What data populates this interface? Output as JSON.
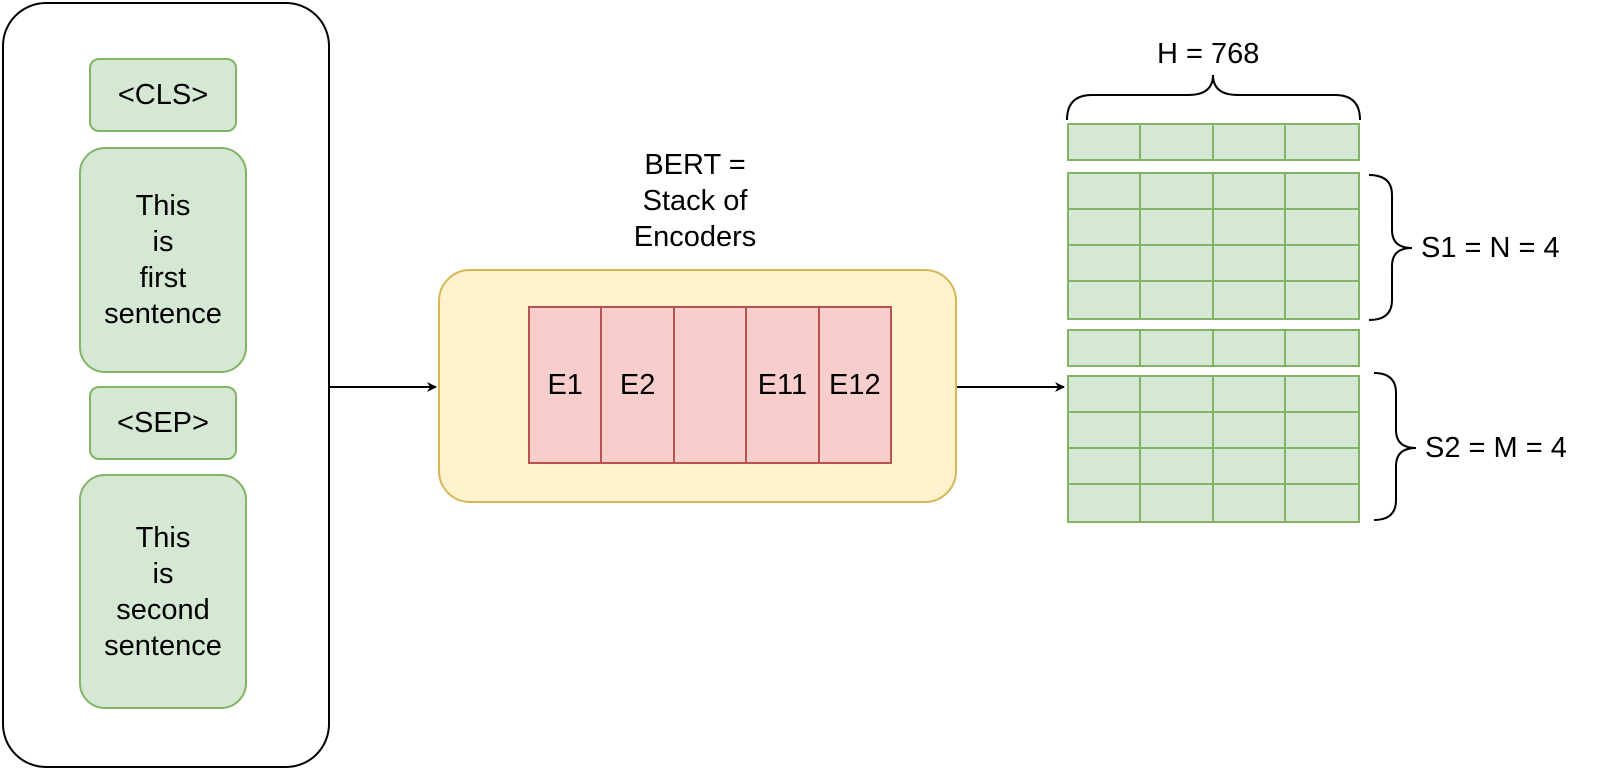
{
  "input": {
    "cls_token": "<CLS>",
    "sentence1": "This\nis\nfirst\nsentence",
    "sep_token": "<SEP>",
    "sentence2": "This\nis\nsecond\nsentence"
  },
  "bert": {
    "title": "BERT =\nStack of\nEncoders",
    "encoders": [
      "E1",
      "E2",
      "",
      "E11",
      "E12"
    ]
  },
  "output": {
    "hidden_label": "H = 768",
    "s1_label": "S1 = N = 4",
    "s2_label": "S2 = M = 4"
  },
  "colors": {
    "token_fill": "#d5e8d4",
    "token_stroke": "#82b366",
    "bert_fill": "#fff2cc",
    "bert_stroke": "#d6b656",
    "encoder_fill": "#f8cecc",
    "encoder_stroke": "#b85450"
  }
}
